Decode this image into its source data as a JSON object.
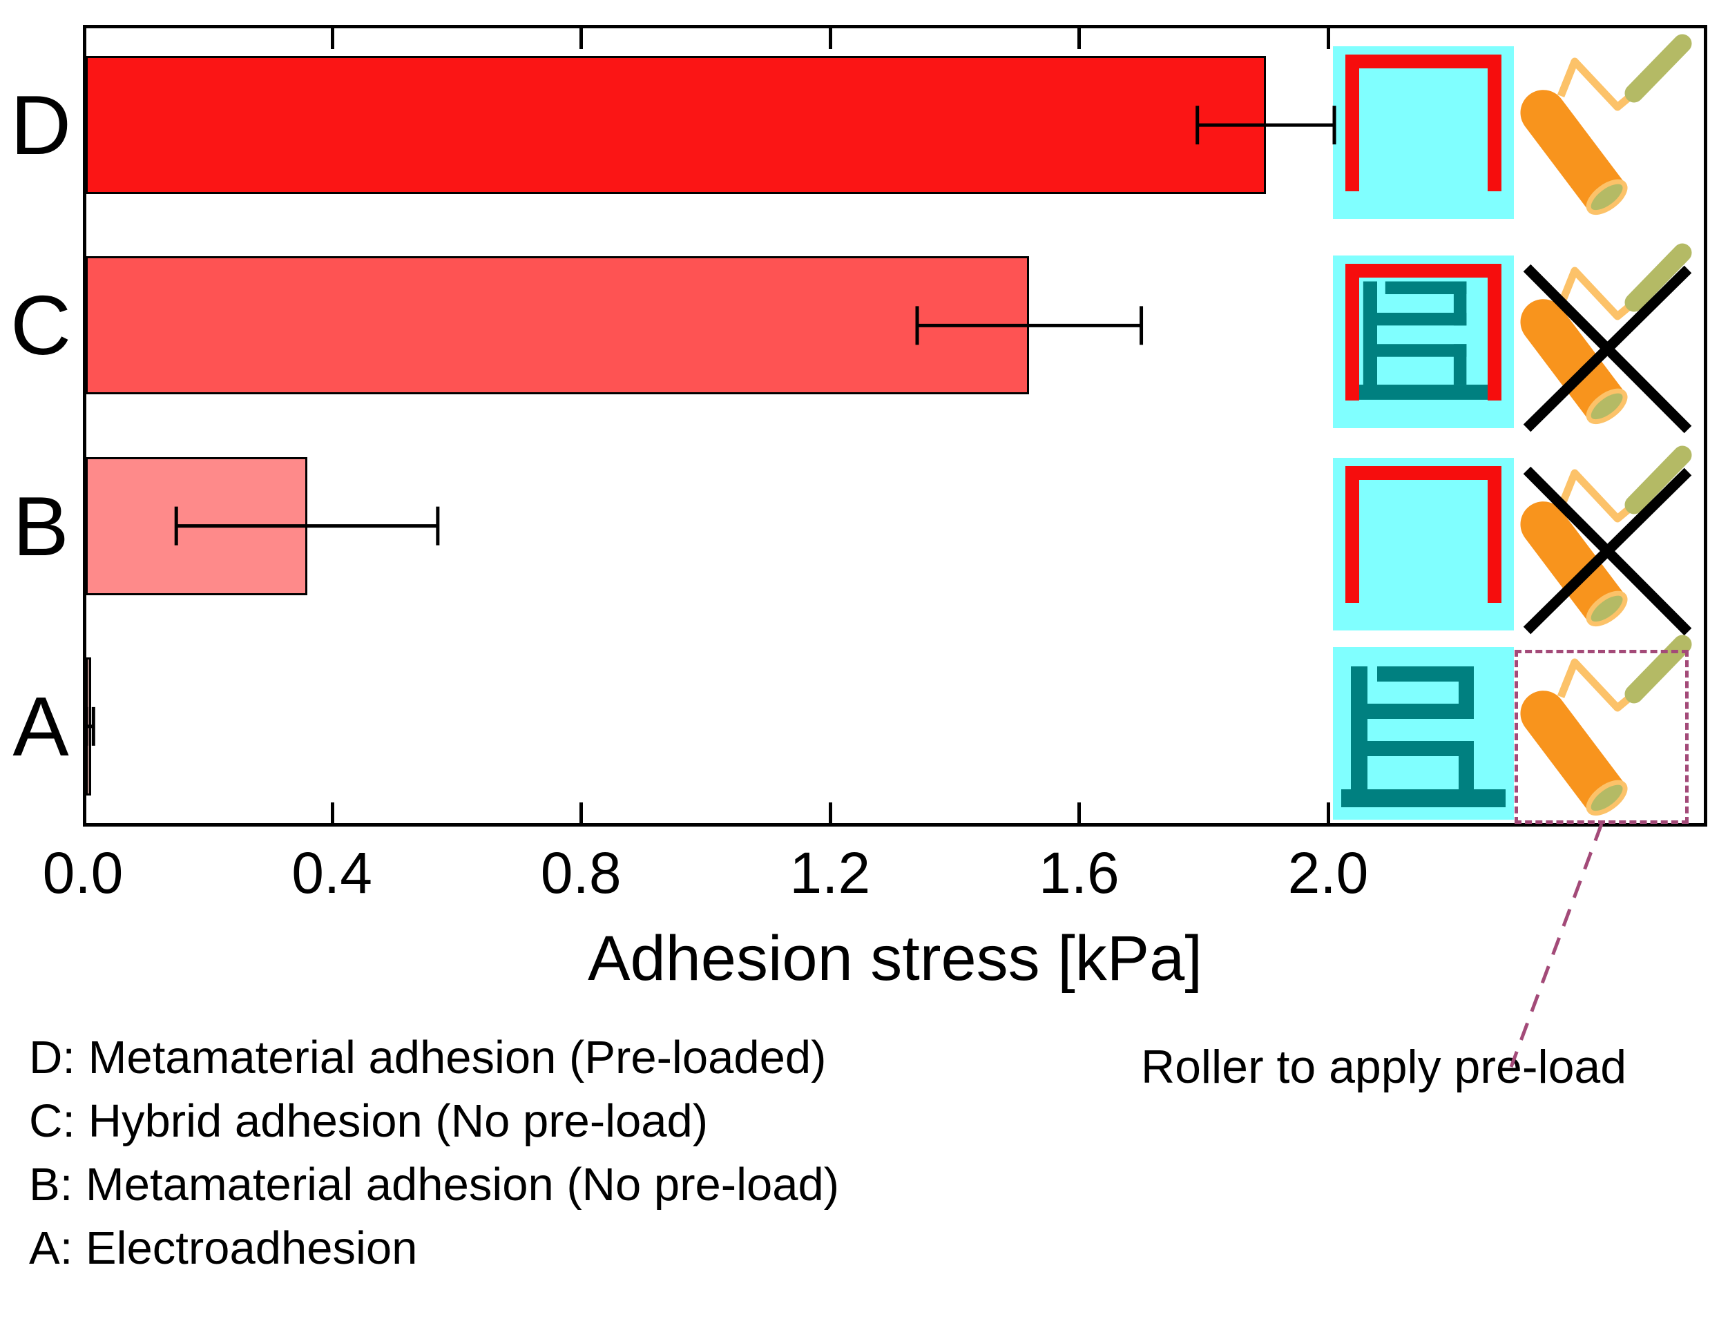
{
  "chart_data": {
    "type": "bar",
    "orientation": "horizontal",
    "xlabel": "Adhesion stress [kPa]",
    "xticks": [
      "0.0",
      "0.4",
      "0.8",
      "1.2",
      "1.6",
      "2.0"
    ],
    "xlim": [
      0,
      2.61
    ],
    "grid": false,
    "categories": [
      "D",
      "C",
      "B",
      "A"
    ],
    "values": [
      1.9,
      1.52,
      0.36,
      0.005
    ],
    "errors": [
      0.11,
      0.18,
      0.21,
      0.012
    ],
    "bar_colors": [
      "#fb1515",
      "#fe5353",
      "#fe8a8a",
      "#b08a86"
    ]
  },
  "icons": {
    "rows": [
      {
        "category": "D",
        "schematic": {
          "red_frame": true,
          "electrodes": false
        },
        "roller": {
          "crossed": false,
          "dashed_box": false
        }
      },
      {
        "category": "C",
        "schematic": {
          "red_frame": true,
          "electrodes": true
        },
        "roller": {
          "crossed": true,
          "dashed_box": false
        }
      },
      {
        "category": "B",
        "schematic": {
          "red_frame": true,
          "electrodes": false
        },
        "roller": {
          "crossed": true,
          "dashed_box": false
        }
      },
      {
        "category": "A",
        "schematic": {
          "red_frame": false,
          "electrodes": true
        },
        "roller": {
          "crossed": false,
          "dashed_box": true
        }
      }
    ]
  },
  "legend": {
    "lines": [
      "D: Metamaterial adhesion (Pre-loaded)",
      "C: Hybrid adhesion (No pre-load)",
      "B: Metamaterial adhesion (No pre-load)",
      "A: Electroadhesion"
    ]
  },
  "annotation": {
    "text": "Roller to apply pre-load"
  },
  "colors": {
    "bar_edge": "#000000",
    "pad_cyan": "#80ffff",
    "electrode_teal": "#008080",
    "frame_red": "#f60d0d",
    "roller_orange": "#f8941d",
    "roller_frame_light_orange": "#fcc269",
    "roller_grip_olive": "#b4ba65",
    "cross_black": "#000000",
    "dashed_pink": "#a34a78"
  }
}
